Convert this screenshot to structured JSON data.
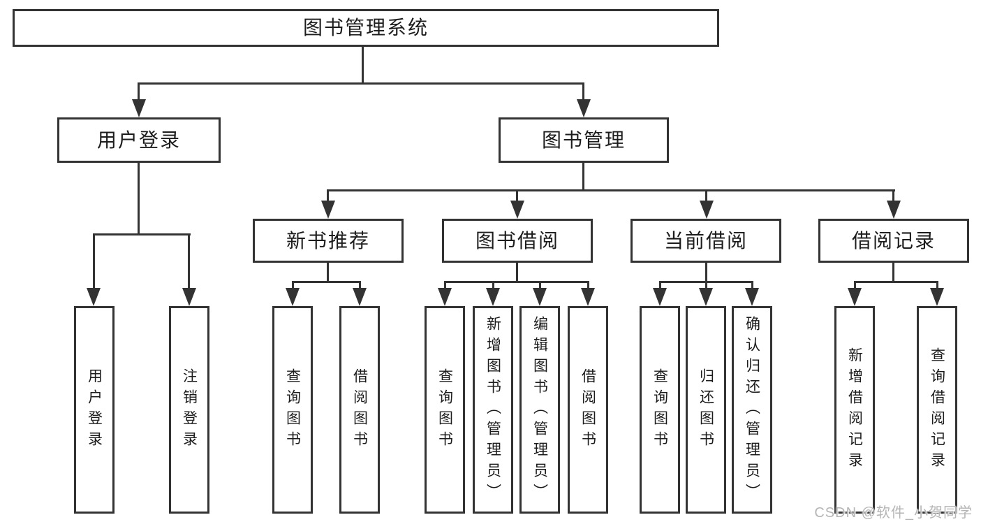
{
  "tree": {
    "label": "图书管理系统",
    "children": [
      {
        "label": "用户登录",
        "children": [
          {
            "label": "用户登录"
          },
          {
            "label": "注销登录"
          }
        ]
      },
      {
        "label": "图书管理",
        "children": [
          {
            "label": "新书推荐",
            "children": [
              {
                "label": "查询图书"
              },
              {
                "label": "借阅图书"
              }
            ]
          },
          {
            "label": "图书借阅",
            "children": [
              {
                "label": "查询图书"
              },
              {
                "label": "新增图书（管理员）"
              },
              {
                "label": "编辑图书（管理员）"
              },
              {
                "label": "借阅图书"
              }
            ]
          },
          {
            "label": "当前借阅",
            "children": [
              {
                "label": "查询图书"
              },
              {
                "label": "归还图书"
              },
              {
                "label": "确认归还（管理员）"
              }
            ]
          },
          {
            "label": "借阅记录",
            "children": [
              {
                "label": "新增借阅记录"
              },
              {
                "label": "查询借阅记录"
              }
            ]
          }
        ]
      }
    ]
  },
  "watermark": "CSDN @软件_小贺同学",
  "colors": {
    "line": "#333333",
    "border": "#333333",
    "text": "#1c1c1c",
    "watermark": "#b5b5b5",
    "background": "#ffffff"
  }
}
